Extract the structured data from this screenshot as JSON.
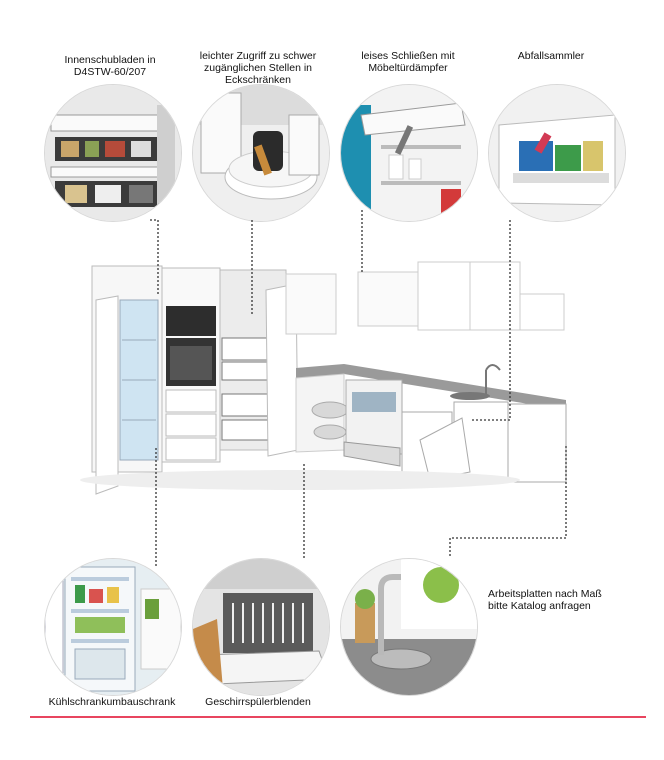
{
  "labels": {
    "drawers": "Innenschubladen in D4STW-60/207",
    "corner": "leichter Zugriff zu schwer zugänglichen Stellen in Eckschränken",
    "damper": "leises Schließen mit Möbeltürdämpfer",
    "waste": "Abfallsammler",
    "fridge": "Kühlschrankumbauschrank",
    "dishwasher": "Geschirrspülerblenden",
    "worktop": "Arbeitsplatten nach Maß bitte Katalog anfragen"
  },
  "colors": {
    "accent_line": "#e8455f",
    "cabinet": "#ffffff",
    "worktop": "#9a9a9a",
    "carcass": "#c8c8c8",
    "teal": "#1e8fb0"
  }
}
